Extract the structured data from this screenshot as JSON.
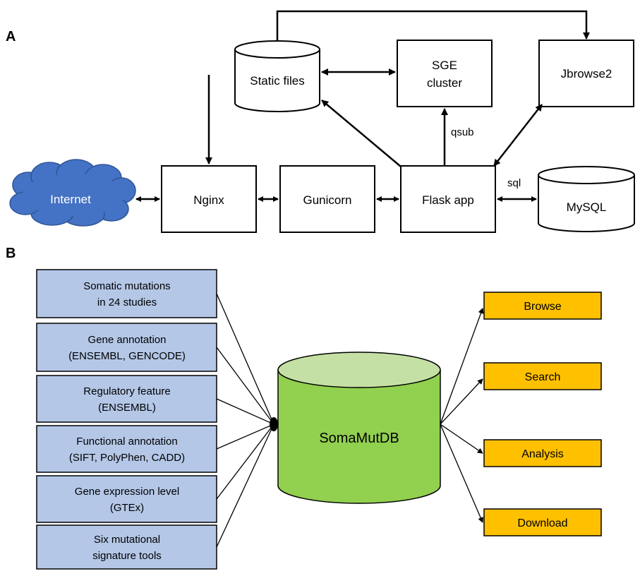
{
  "panel_a": {
    "label": "A",
    "nodes": {
      "static_files": "Static files",
      "sge_line1": "SGE",
      "sge_line2": "cluster",
      "jbrowse": "Jbrowse2",
      "internet": "Internet",
      "nginx": "Nginx",
      "gunicorn": "Gunicorn",
      "flask": "Flask app",
      "mysql": "MySQL"
    },
    "edge_labels": {
      "qsub": "qsub",
      "sql": "sql"
    }
  },
  "panel_b": {
    "label": "B",
    "sources": [
      {
        "line1": "Somatic mutations",
        "line2": "in 24 studies"
      },
      {
        "line1": "Gene annotation",
        "line2": "(ENSEMBL, GENCODE)"
      },
      {
        "line1": "Regulatory feature",
        "line2": "(ENSEMBL)"
      },
      {
        "line1": "Functional annotation",
        "line2": "(SIFT, PolyPhen, CADD)"
      },
      {
        "line1": "Gene expression level",
        "line2": "(GTEx)"
      },
      {
        "line1": "Six mutational",
        "line2": "signature tools"
      }
    ],
    "database": "SomaMutDB",
    "outputs": [
      "Browse",
      "Search",
      "Analysis",
      "Download"
    ]
  },
  "colors": {
    "internet_cloud": "#4472c4",
    "source_box": "#b4c7e7",
    "database_body": "#92d050",
    "database_top": "#c5e0a5",
    "output_box": "#ffc000"
  }
}
